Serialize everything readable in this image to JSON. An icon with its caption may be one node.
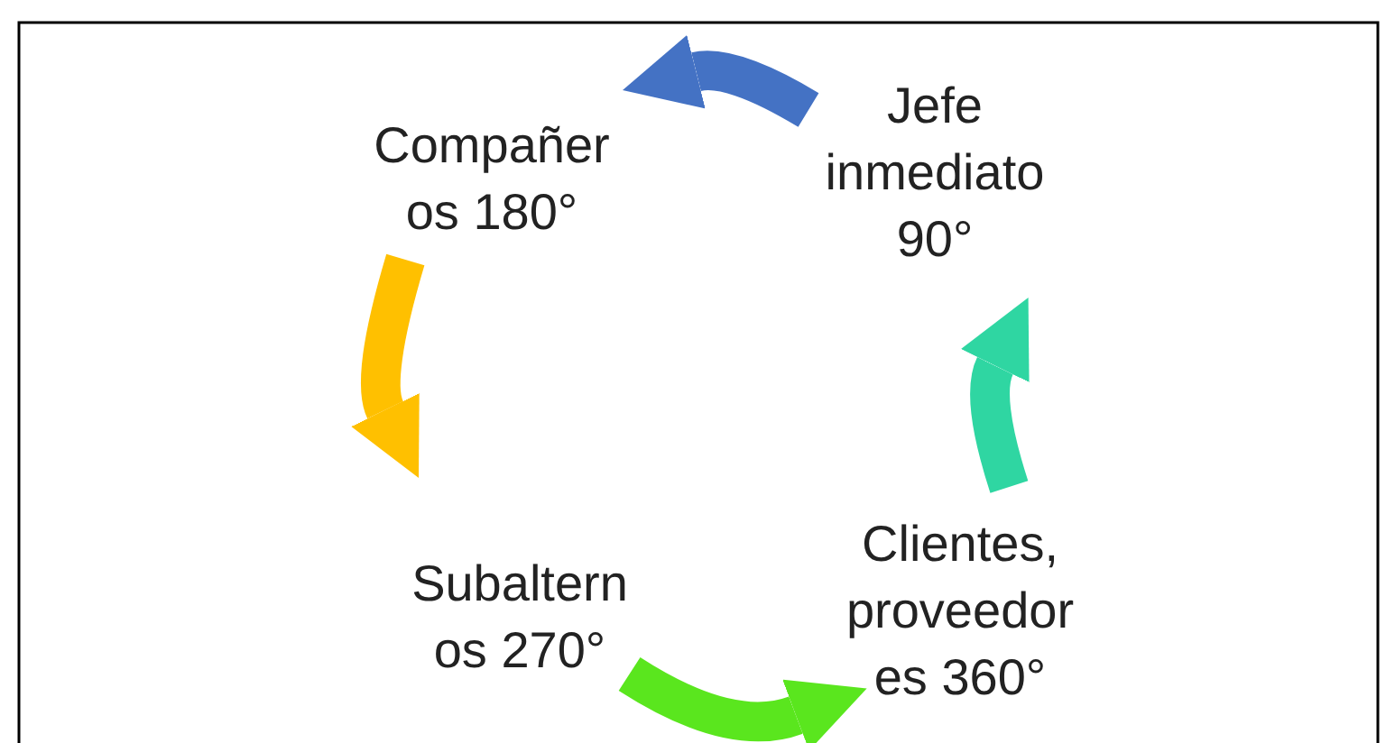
{
  "diagram": {
    "nodes": [
      {
        "text": [
          "Compañer os 180°"
        ]
      },
      {
        "text": [
          "Jefe inmediato 90°"
        ]
      },
      {
        "text": [
          "Subaltern os 270°"
        ]
      },
      {
        "text": [
          "Clientes, proveedor es 360°"
        ]
      }
    ],
    "edges": [
      {
        "from": 1,
        "to": 0,
        "arrow": "to",
        "color": "#4472c4"
      },
      {
        "from": 0,
        "to": 2,
        "arrow": "to",
        "color": "#ffc000"
      },
      {
        "from": 2,
        "to": 3,
        "arrow": "to",
        "color": "#5ae61e"
      },
      {
        "from": 3,
        "to": 1,
        "arrow": "to",
        "color": "#2fd6a2"
      }
    ]
  }
}
